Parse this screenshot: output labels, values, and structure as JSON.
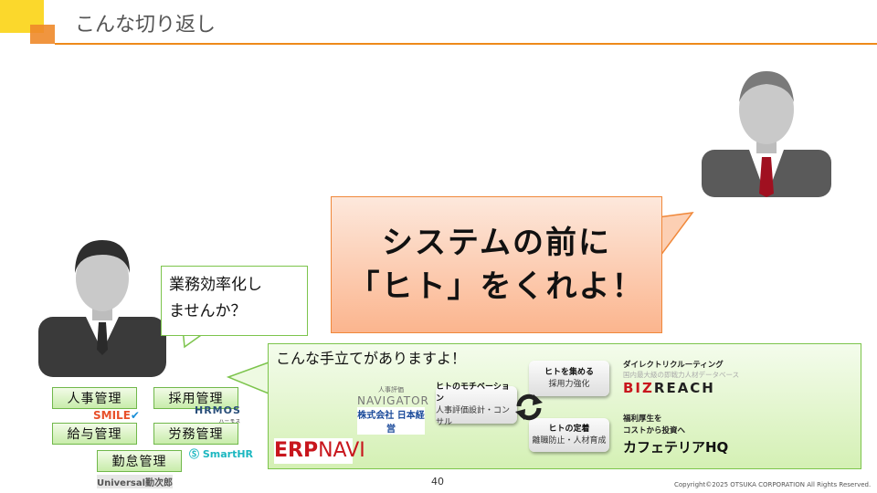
{
  "header": {
    "title": "こんな切り返し"
  },
  "callout": {
    "line1": "システムの前に",
    "line2": "「ヒト」をくれよ！"
  },
  "left_bubble": {
    "line1": "業務効率化し",
    "line2": "ませんか？"
  },
  "modules": [
    "人事管理",
    "採用管理",
    "給与管理",
    "労務管理",
    "勤怠管理"
  ],
  "module_logos": {
    "smile": "SMILE",
    "hrmos": "HRMOS",
    "hrmos_sub": "ハーモス",
    "smarthr": "SmartHR",
    "universal": "Universal勤次郎"
  },
  "proposal": {
    "title": "こんな手立てがありますよ！",
    "navigator": {
      "top": "人事評価",
      "name": "NAVIGATOR",
      "company": "株式会社 日本経営"
    },
    "erpnavi": {
      "erp": "ERP",
      "navi": "NAVI"
    },
    "motivation": {
      "title": "ヒトのモチベーション",
      "sub": "人事評価設計・コンサル"
    },
    "gather": {
      "title": "ヒトを集める",
      "sub": "採用力強化"
    },
    "retain": {
      "title": "ヒトの定着",
      "sub": "離職防止・人材育成"
    },
    "bizreach": {
      "tag": "ダイレクトリクルーティング",
      "desc": "国内最大級の即戦力人材データベース",
      "name_red": "BIZ",
      "name_dark": "REACH"
    },
    "cafeteria": {
      "line1": "福利厚生を",
      "line2": "コストから投資へ",
      "name": "カフェテリアHQ"
    }
  },
  "footer": {
    "page": "40",
    "copyright": "Copyright©2025 OTSUKA CORPORATION All Rights Reserved."
  }
}
